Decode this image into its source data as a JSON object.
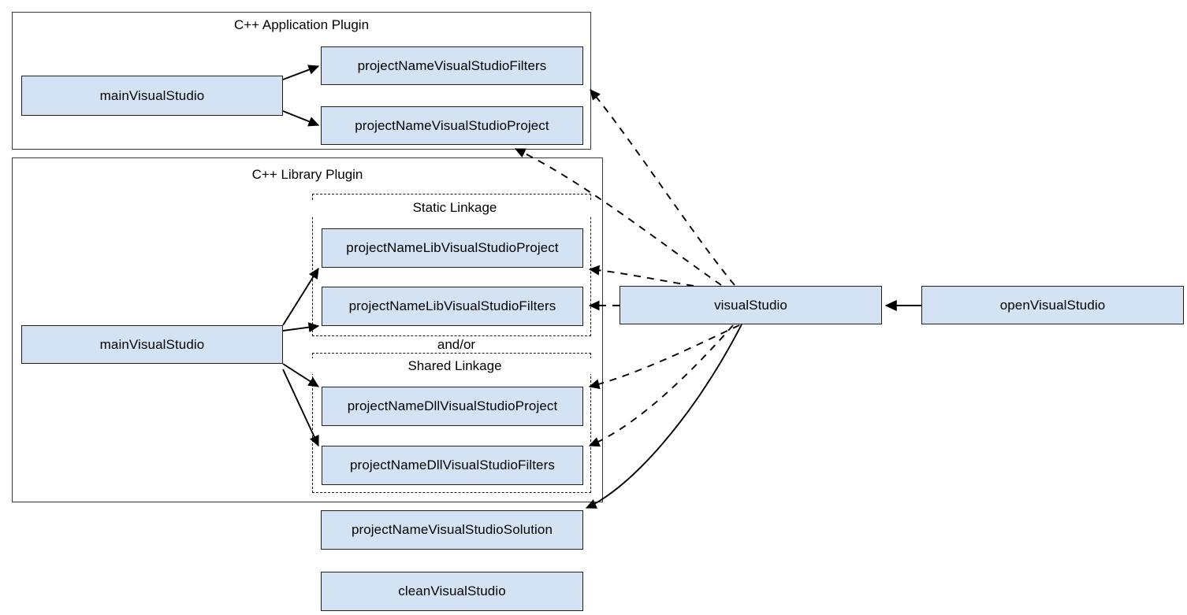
{
  "diagram": {
    "title": "Visual Studio plugin task dependency diagram",
    "colors": {
      "node_fill": "#d4e3f3",
      "node_border": "#20201f",
      "panel_border": "#3a3a38",
      "edge": "#000000",
      "background": "#ffffff"
    },
    "panels": [
      {
        "id": "app-plugin",
        "label": "C++ Application Plugin"
      },
      {
        "id": "lib-plugin",
        "label": "C++ Library Plugin"
      }
    ],
    "groups": [
      {
        "id": "static-linkage",
        "label": "Static Linkage"
      },
      {
        "id": "shared-linkage",
        "label": "Shared Linkage"
      }
    ],
    "connector_label": "and/or",
    "nodes": [
      {
        "id": "app-main",
        "label": "mainVisualStudio"
      },
      {
        "id": "app-filters",
        "label": "projectNameVisualStudioFilters"
      },
      {
        "id": "app-project",
        "label": "projectNameVisualStudioProject"
      },
      {
        "id": "lib-main",
        "label": "mainVisualStudio"
      },
      {
        "id": "lib-static-proj",
        "label": "projectNameLibVisualStudioProject"
      },
      {
        "id": "lib-static-filt",
        "label": "projectNameLibVisualStudioFilters"
      },
      {
        "id": "lib-dll-proj",
        "label": "projectNameDllVisualStudioProject"
      },
      {
        "id": "lib-dll-filt",
        "label": "projectNameDllVisualStudioFilters"
      },
      {
        "id": "solution",
        "label": "projectNameVisualStudioSolution"
      },
      {
        "id": "clean",
        "label": "cleanVisualStudio"
      },
      {
        "id": "visual-studio",
        "label": "visualStudio"
      },
      {
        "id": "open-vs",
        "label": "openVisualStudio"
      }
    ],
    "edges": [
      {
        "from": "app-main",
        "to": "app-filters",
        "style": "solid"
      },
      {
        "from": "app-main",
        "to": "app-project",
        "style": "solid"
      },
      {
        "from": "lib-main",
        "to": "lib-static-proj",
        "style": "solid"
      },
      {
        "from": "lib-main",
        "to": "lib-static-filt",
        "style": "solid"
      },
      {
        "from": "lib-main",
        "to": "lib-dll-proj",
        "style": "solid"
      },
      {
        "from": "lib-main",
        "to": "lib-dll-filt",
        "style": "solid"
      },
      {
        "from": "visual-studio",
        "to": "app-filters",
        "style": "dashed"
      },
      {
        "from": "visual-studio",
        "to": "app-project",
        "style": "dashed"
      },
      {
        "from": "visual-studio",
        "to": "lib-static-proj",
        "style": "dashed"
      },
      {
        "from": "visual-studio",
        "to": "lib-static-filt",
        "style": "dashed"
      },
      {
        "from": "visual-studio",
        "to": "lib-dll-proj",
        "style": "dashed"
      },
      {
        "from": "visual-studio",
        "to": "lib-dll-filt",
        "style": "dashed"
      },
      {
        "from": "visual-studio",
        "to": "solution",
        "style": "solid"
      },
      {
        "from": "open-vs",
        "to": "visual-studio",
        "style": "solid"
      }
    ]
  }
}
